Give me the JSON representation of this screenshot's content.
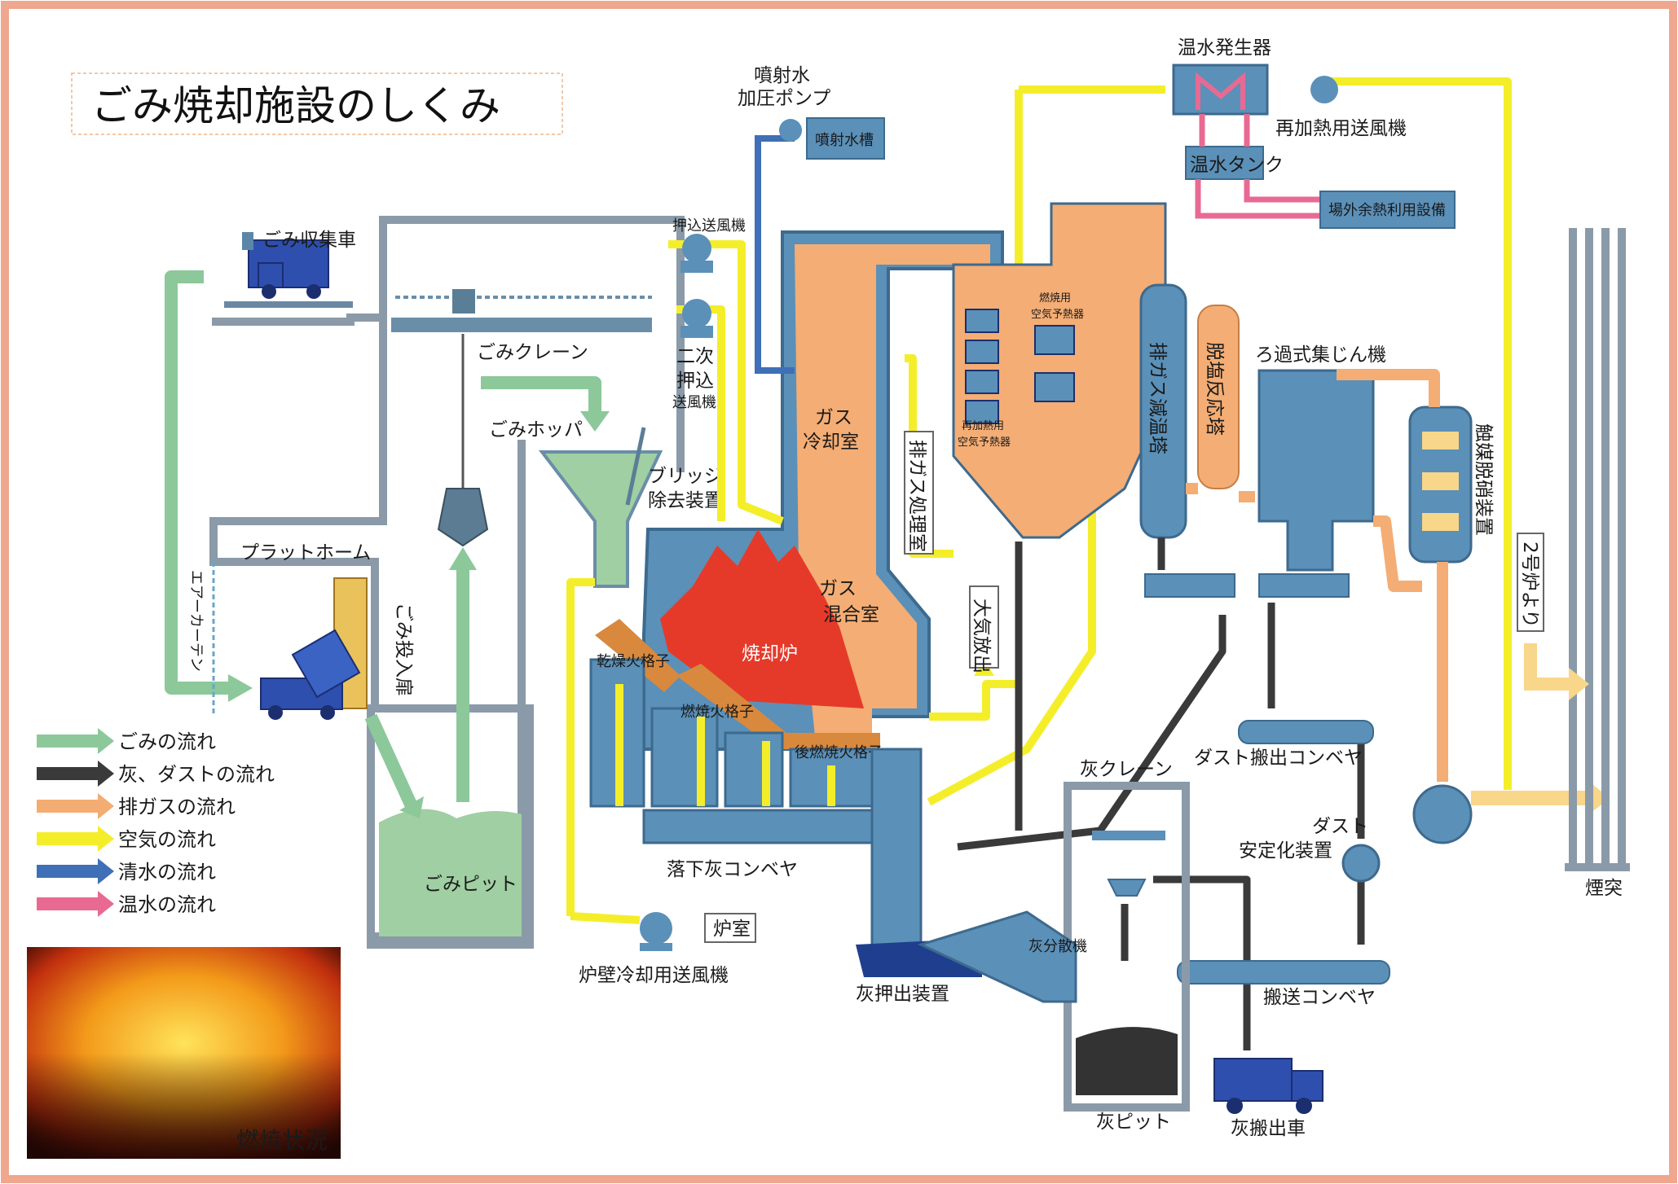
{
  "title": "ごみ焼却施設のしくみ",
  "legend": [
    {
      "label": "ごみの流れ",
      "color": "#8cc89a"
    },
    {
      "label": "灰、ダストの流れ",
      "color": "#3a3a3a"
    },
    {
      "label": "排ガスの流れ",
      "color": "#f3ad72"
    },
    {
      "label": "空気の流れ",
      "color": "#f4ee2a"
    },
    {
      "label": "清水の流れ",
      "color": "#3f6fb6"
    },
    {
      "label": "温水の流れ",
      "color": "#e86a93"
    }
  ],
  "photo_caption": "燃焼状況",
  "labels": {
    "garbage_truck": "ごみ収集車",
    "crane": "ごみクレーン",
    "hopper": "ごみホッパ",
    "platform": "プラットホーム",
    "air_curtain": "エアーカーテン",
    "input_door": "ごみ投入扉",
    "pit": "ごみピット",
    "bridge_remover": "ブリッジ除去装置",
    "push_fan": "押込送風機",
    "secondary_fan": "二次押込送風機",
    "spray_pump": "噴射水加圧ポンプ",
    "spray_tank": "噴射水槽",
    "gas_cooling": "ガス冷却室",
    "gas_mixing": "ガス混合室",
    "incinerator": "焼却炉",
    "drying_grate": "乾燥火格子",
    "combustion_grate": "燃焼火格子",
    "post_grate": "後燃焼火格子",
    "ash_conveyor": "落下灰コンベヤ",
    "wall_fan": "炉壁冷却用送風機",
    "furnace_room": "炉室",
    "exhaust_room": "排ガス処理室",
    "reheat_preheater": "再加熱用空気予熱器",
    "combustion_preheater": "燃焼用空気予熱器",
    "atmosphere": "大気放出",
    "cooling_tower": "排ガス減温塔",
    "dechlorination": "脱塩反応塔",
    "bag_filter": "ろ過式集じん機",
    "catalyst": "触媒脱硝装置",
    "hot_water_gen": "温水発生器",
    "reheat_fan": "再加熱用送風機",
    "hot_water_tank": "温水タンク",
    "outside_heat": "場外余熱利用設備",
    "from_no2": "2号炉より",
    "chimney": "煙突",
    "ash_crane": "灰クレーン",
    "dust_conveyor": "ダスト搬出コンベヤ",
    "dust_stabilizer": "ダスト安定化装置",
    "transport_conveyor": "搬送コンベヤ",
    "ash_pusher": "灰押出装置",
    "ash_spreader": "灰分散機",
    "ash_pit": "灰ピット",
    "ash_truck": "灰搬出車"
  }
}
